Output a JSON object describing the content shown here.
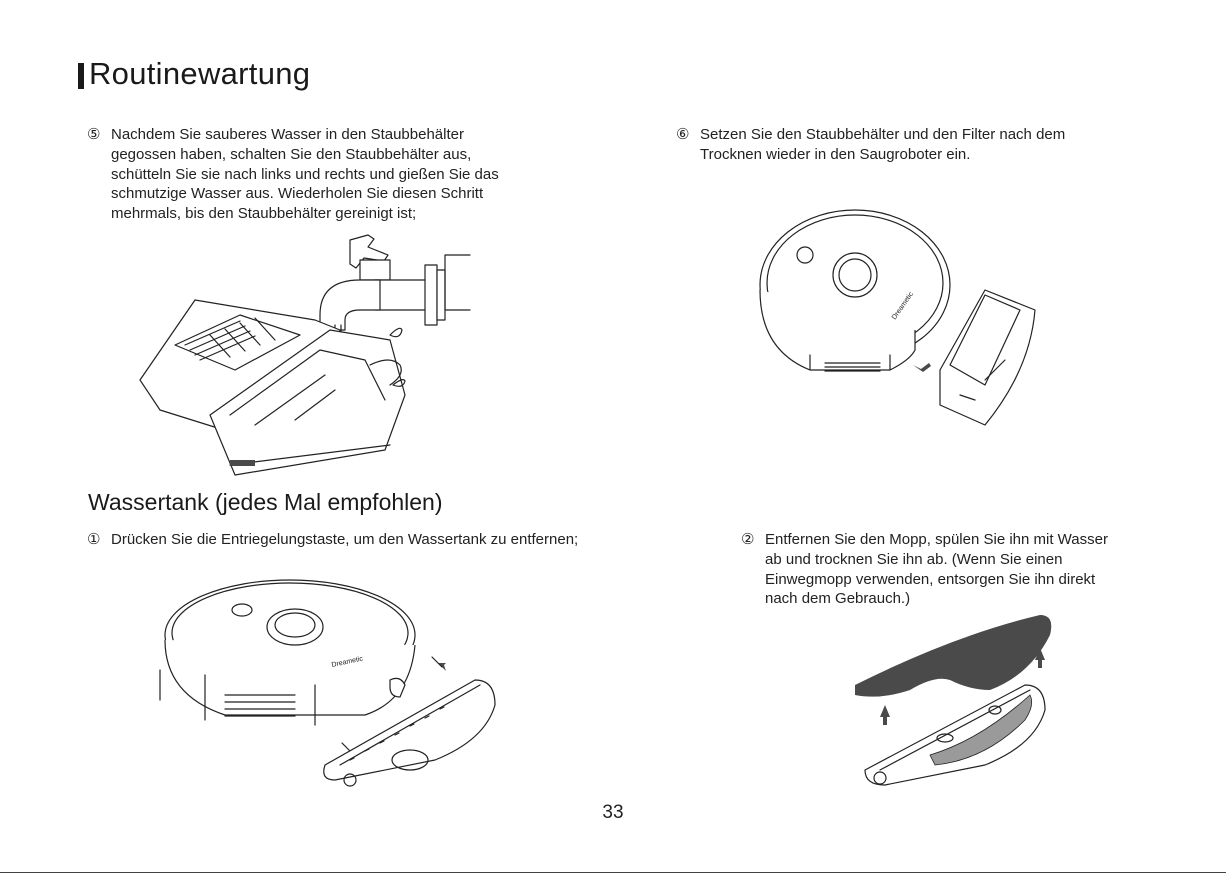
{
  "header": {
    "title": "Routinewartung"
  },
  "steps": {
    "step5": {
      "num": "⑤",
      "text": "Nachdem Sie sauberes Wasser in den Staubbehälter gegossen haben, schalten Sie den Staubbehälter aus, schütteln Sie sie nach links und rechts und gießen Sie das schmutzige Wasser aus. Wiederholen Sie diesen Schritt mehrmals, bis den Staubbehälter gereinigt ist;"
    },
    "step6": {
      "num": "⑥",
      "text": "Setzen Sie den Staubbehälter und den Filter nach dem Trocknen wieder in den Saugroboter ein."
    },
    "step1": {
      "num": "①",
      "text": "Drücken Sie die Entriegelungstaste, um den Wassertank zu entfernen;"
    },
    "step2": {
      "num": "②",
      "text": "Entfernen Sie den Mopp, spülen Sie ihn mit Wasser ab und trocknen Sie ihn ab. (Wenn Sie einen Einwegmopp verwenden, entsorgen Sie ihn direkt nach dem Gebrauch.)"
    }
  },
  "section": {
    "water_tank_heading": "Wassertank (jedes Mal empfohlen)"
  },
  "illustrations": {
    "dustbin_rinse": "dustbin-rinse-illustration",
    "dustbin_insert": "dustbin-insert-illustration",
    "tank_remove": "water-tank-remove-illustration",
    "mop_remove": "mop-remove-illustration"
  },
  "footer": {
    "page_number": "33"
  }
}
